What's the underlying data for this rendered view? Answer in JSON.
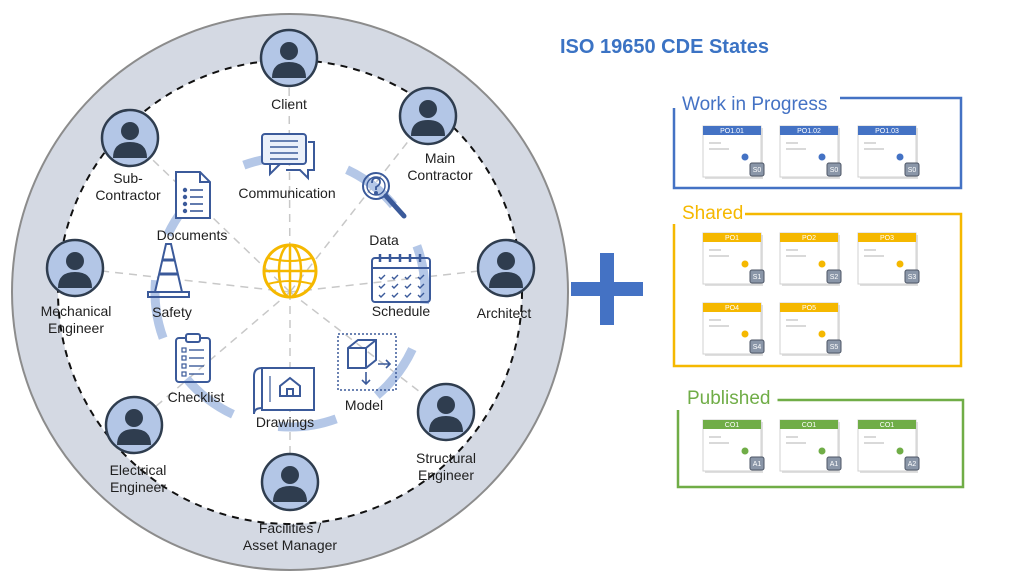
{
  "title": "ISO 19650 CDE States",
  "stakeholders": [
    {
      "label": "Client"
    },
    {
      "label": "Main\nContractor"
    },
    {
      "label": "Architect"
    },
    {
      "label": "Structural\nEngineer"
    },
    {
      "label": "Facilities /\nAsset Manager"
    },
    {
      "label": "Electrical\nEngineer"
    },
    {
      "label": "Mechanical\nEngineer"
    },
    {
      "label": "Sub-\nContractor"
    }
  ],
  "tools": [
    {
      "label": "Communication",
      "icon": "chat-icon"
    },
    {
      "label": "Data",
      "icon": "search-data-icon"
    },
    {
      "label": "Schedule",
      "icon": "calendar-icon"
    },
    {
      "label": "Model",
      "icon": "cube-model-icon"
    },
    {
      "label": "Drawings",
      "icon": "blueprint-icon"
    },
    {
      "label": "Checklist",
      "icon": "clipboard-icon"
    },
    {
      "label": "Safety",
      "icon": "traffic-cone-icon"
    },
    {
      "label": "Documents",
      "icon": "document-icon"
    }
  ],
  "center_icon": "globe-icon",
  "plus_icon": "plus-icon",
  "states": [
    {
      "name": "Work in Progress",
      "color": "#4472c4",
      "cards": [
        {
          "header": "PO1.01",
          "code": "S0"
        },
        {
          "header": "PO1.02",
          "code": "S0"
        },
        {
          "header": "PO1.03",
          "code": "S0"
        }
      ]
    },
    {
      "name": "Shared",
      "color": "#f5b800",
      "cards": [
        {
          "header": "PO1",
          "code": "S1"
        },
        {
          "header": "PO2",
          "code": "S2"
        },
        {
          "header": "PO3",
          "code": "S3"
        },
        {
          "header": "PO4",
          "code": "S4"
        },
        {
          "header": "PO5",
          "code": "S5"
        }
      ]
    },
    {
      "name": "Published",
      "color": "#70ad47",
      "cards": [
        {
          "header": "CO1",
          "code": "A1"
        },
        {
          "header": "CO1",
          "code": "A1"
        },
        {
          "header": "CO1",
          "code": "A2"
        }
      ]
    }
  ],
  "colors": {
    "outer_circle": "#d4d9e3",
    "person_fill": "#b3c6e6",
    "person_dark": "#2f3d4f",
    "icon_blue": "#3b5a9a",
    "globe": "#f5b800",
    "arrow": "#b4c7e7"
  }
}
